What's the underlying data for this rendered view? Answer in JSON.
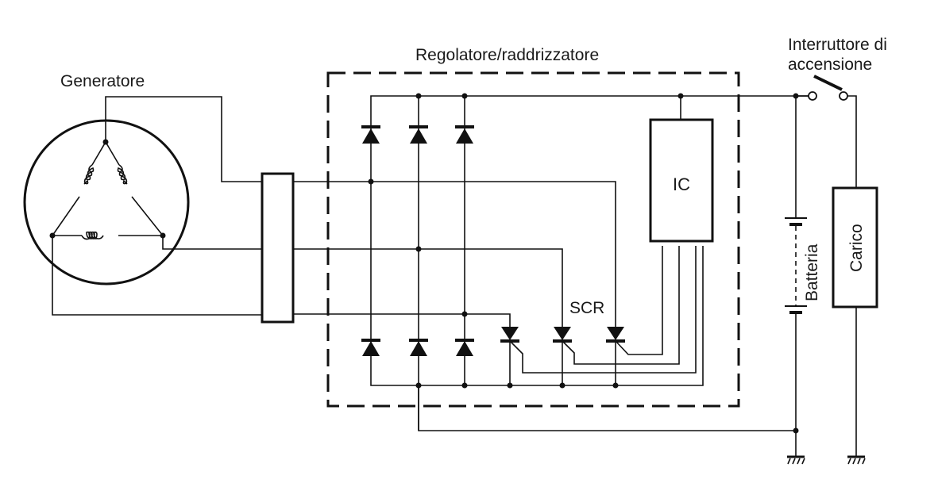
{
  "diagram": {
    "type": "circuit-schematic",
    "labels": {
      "generator": "Generatore",
      "regulator": "Regolatore/raddrizzatore",
      "ignition_switch_line1": "Interruttore di",
      "ignition_switch_line2": "accensione",
      "ic": "IC",
      "scr": "SCR",
      "battery": "Batteria",
      "load": "Carico"
    },
    "components": [
      {
        "id": "generator",
        "kind": "three-phase-delta-stator",
        "windings": 3
      },
      {
        "id": "connector",
        "kind": "connector-block"
      },
      {
        "id": "regulator",
        "kind": "dashed-enclosure",
        "contains": [
          "upper-diodes",
          "lower-diodes",
          "scrs",
          "ic"
        ]
      },
      {
        "id": "upper-diodes",
        "kind": "diode",
        "count": 3
      },
      {
        "id": "lower-diodes",
        "kind": "diode",
        "count": 3
      },
      {
        "id": "scrs",
        "kind": "thyristor",
        "count": 3
      },
      {
        "id": "ic",
        "kind": "integrated-circuit",
        "control_lines": 4
      },
      {
        "id": "ignition-switch",
        "kind": "switch",
        "state": "open"
      },
      {
        "id": "battery",
        "kind": "battery"
      },
      {
        "id": "load",
        "kind": "load"
      },
      {
        "id": "grounds",
        "kind": "ground",
        "count": 2
      }
    ]
  }
}
